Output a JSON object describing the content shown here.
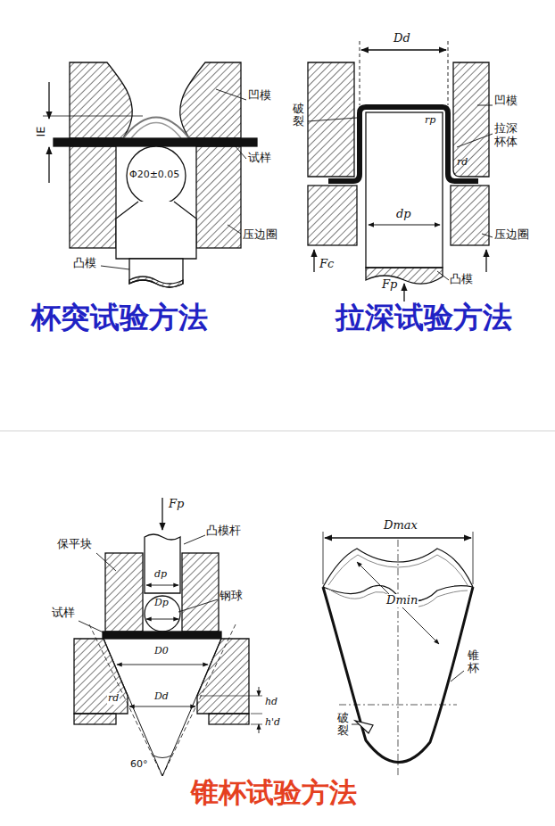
{
  "diagram": {
    "labels": [
      "IE",
      "凹模",
      "试样",
      "Φ20±0.05",
      "压边圈",
      "凸模",
      "杯突试验方法",
      "Dd",
      "凹模",
      "破裂",
      "rp",
      "拉深杯体",
      "rd",
      "dp",
      "压边圈",
      "Fc",
      "Fp",
      "凸模",
      "拉深试验方法",
      "Fp",
      "保平块",
      "凸模杆",
      "dp",
      "试样",
      "钢球",
      "Dp",
      "D0",
      "Dd",
      "hd",
      "rd",
      "h'd",
      "60°",
      "锥杯试验方法",
      "Dmax",
      "Dmin",
      "锥杯",
      "破裂"
    ]
  }
}
